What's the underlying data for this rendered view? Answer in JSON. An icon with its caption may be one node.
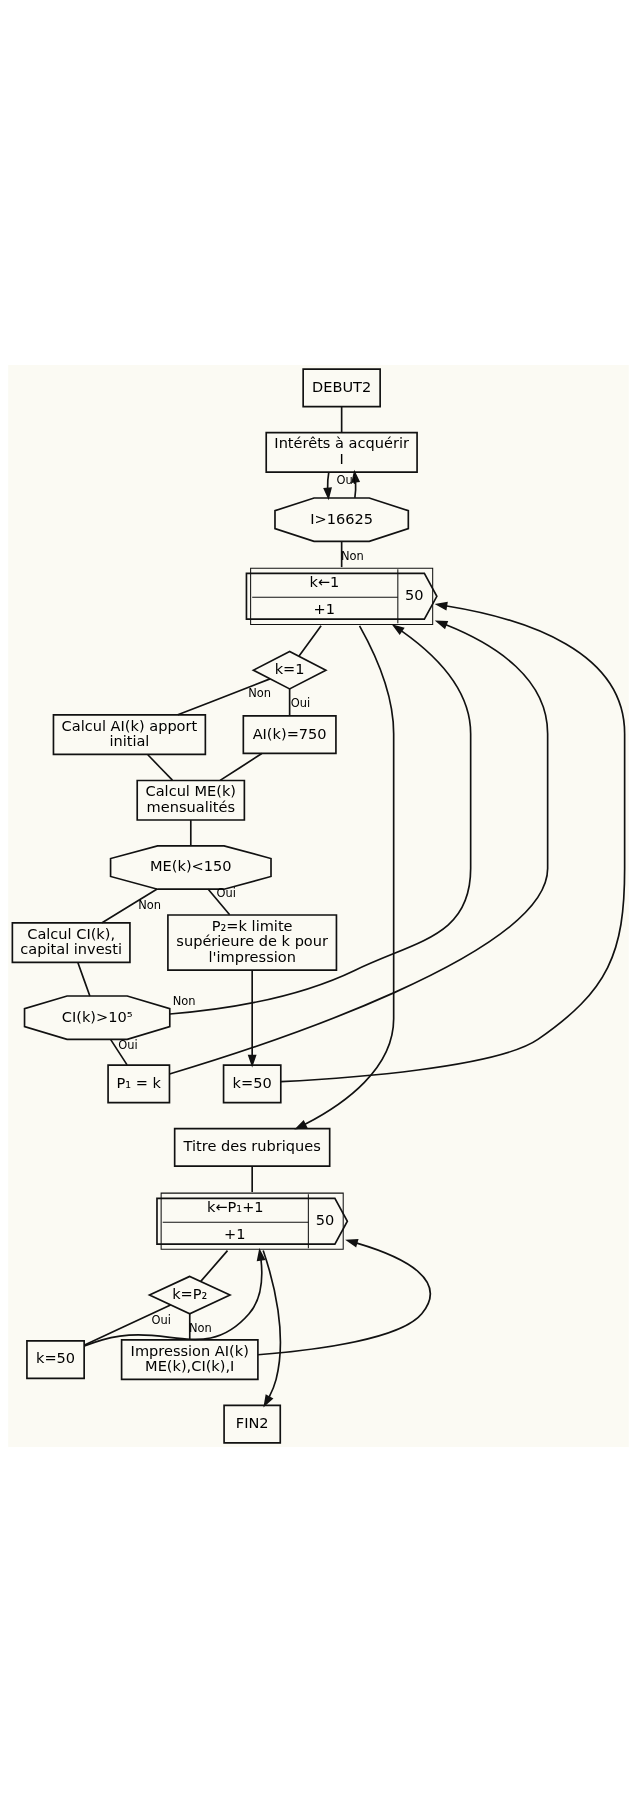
{
  "diagram": {
    "nodes": [
      {
        "text": [
          "DEBUT2"
        ]
      },
      {
        "text": [
          "Intérêts à acquérir I"
        ]
      },
      {
        "text": [
          "I>16625"
        ]
      },
      {
        "text": [
          "k←1",
          "+1",
          "50"
        ]
      },
      {
        "text": [
          "k=1"
        ]
      },
      {
        "text": [
          "Calcul AI(k) apport initial"
        ]
      },
      {
        "text": [
          "AI(k)=750"
        ]
      },
      {
        "text": [
          "Calcul ME(k) mensualités"
        ]
      },
      {
        "text": [
          "ME(k)<150"
        ]
      },
      {
        "text": [
          "Calcul CI(k), capital investi"
        ]
      },
      {
        "text": [
          "P₂=k limite supérieure de k pour l'impression"
        ]
      },
      {
        "text": [
          "CI(k)>10⁵"
        ]
      },
      {
        "text": [
          "P₁ = k"
        ]
      },
      {
        "text": [
          "k=50"
        ]
      },
      {
        "text": [
          "Titre des rubriques"
        ]
      },
      {
        "text": [
          "k←P₁+1",
          "+1",
          "50"
        ]
      },
      {
        "text": [
          "k=P₂"
        ]
      },
      {
        "text": [
          "k=50"
        ]
      },
      {
        "text": [
          "Impression AI(k) ME(k),CI(k),I"
        ]
      },
      {
        "text": [
          "FIN2"
        ]
      }
    ],
    "edges": [
      {
        "from": 0,
        "to": 1,
        "arrow": "none"
      },
      {
        "from": 1,
        "to": 2,
        "arrow": "to"
      },
      {
        "from": 2,
        "to": 1,
        "arrow": "to",
        "label": "Oui"
      },
      {
        "from": 2,
        "to": 3,
        "arrow": "none",
        "label": "Non"
      },
      {
        "from": 3,
        "to": 4,
        "arrow": "none"
      },
      {
        "from": 4,
        "to": 5,
        "arrow": "none",
        "label": "Non"
      },
      {
        "from": 4,
        "to": 6,
        "arrow": "none",
        "label": "Oui"
      },
      {
        "from": 5,
        "to": 7,
        "arrow": "none"
      },
      {
        "from": 6,
        "to": 7,
        "arrow": "none"
      },
      {
        "from": 7,
        "to": 8,
        "arrow": "none"
      },
      {
        "from": 8,
        "to": 9,
        "arrow": "none",
        "label": "Non"
      },
      {
        "from": 8,
        "to": 10,
        "arrow": "none",
        "label": "Oui"
      },
      {
        "from": 9,
        "to": 11,
        "arrow": "none"
      },
      {
        "from": 11,
        "to": 3,
        "arrow": "to",
        "label": "Non"
      },
      {
        "from": 11,
        "to": 12,
        "arrow": "none",
        "label": "Oui"
      },
      {
        "from": 12,
        "to": 3,
        "arrow": "to"
      },
      {
        "from": 10,
        "to": 13,
        "arrow": "to"
      },
      {
        "from": 13,
        "to": 3,
        "arrow": "to"
      },
      {
        "from": 3,
        "to": 14,
        "arrow": "to"
      },
      {
        "from": 14,
        "to": 15,
        "arrow": "none"
      },
      {
        "from": 15,
        "to": 16,
        "arrow": "none"
      },
      {
        "from": 16,
        "to": 17,
        "arrow": "none",
        "label": "Oui"
      },
      {
        "from": 17,
        "to": 15,
        "arrow": "to"
      },
      {
        "from": 16,
        "to": 18,
        "arrow": "none",
        "label": "Non"
      },
      {
        "from": 18,
        "to": 15,
        "arrow": "to"
      },
      {
        "from": 15,
        "to": 19,
        "arrow": "to"
      }
    ]
  }
}
